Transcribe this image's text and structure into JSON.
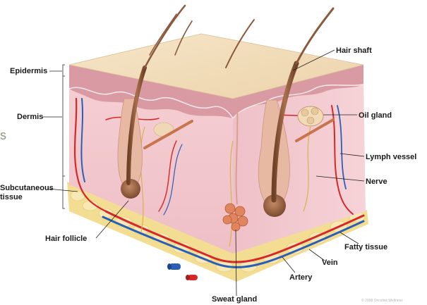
{
  "labels": {
    "hair_shaft": "Hair shaft",
    "epidermis": "Epidermis",
    "oil_gland": "Oil gland",
    "dermis": "Dermis",
    "lymph_vessel": "Lymph vessel",
    "subcutaneous_line1": "Subcutaneous",
    "subcutaneous_line2": "tissue",
    "nerve": "Nerve",
    "hair_follicle": "Hair follicle",
    "fatty_tissue": "Fatty tissue",
    "vein": "Vein",
    "artery": "Artery",
    "sweat_gland": "Sweat gland"
  },
  "left_edge_fragment": "s",
  "watermark": "© 2008 Oncolink Wellness",
  "colors": {
    "epidermis_top": "#f2dcbc",
    "dermis": "#f2c6cc",
    "subcutaneous_fat": "#f4e09a",
    "artery": "#d62828",
    "vein": "#2a5fb8",
    "hair": "#8b5a3c",
    "sweat_gland": "#e0855e"
  }
}
